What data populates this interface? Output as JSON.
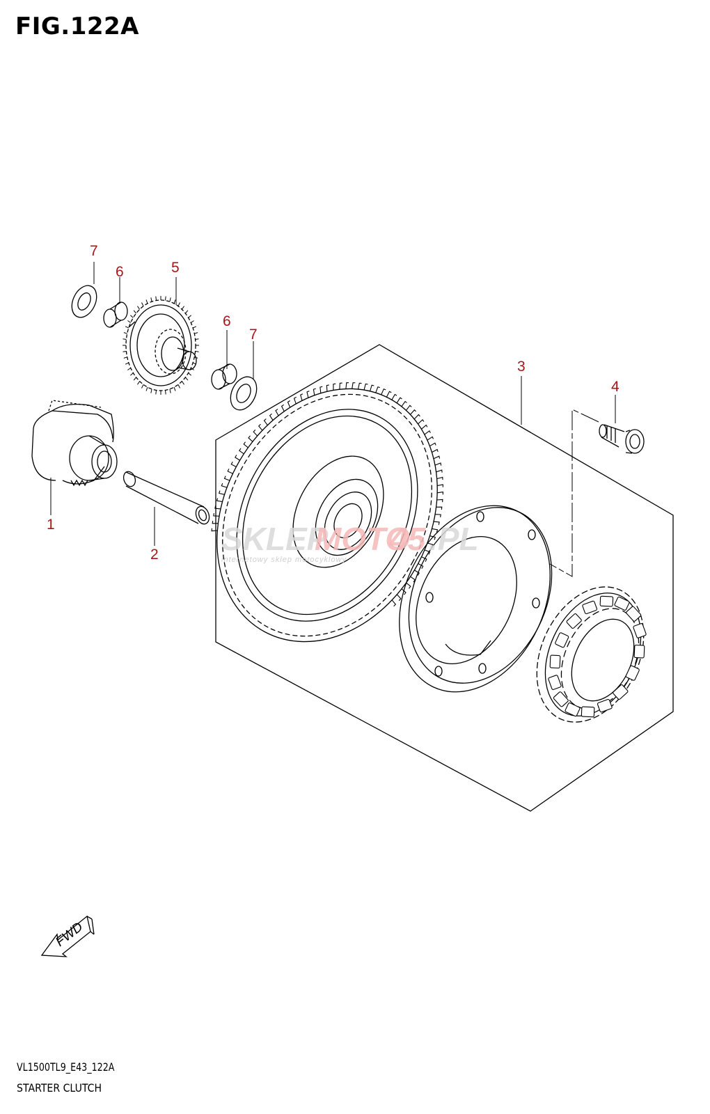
{
  "figure": {
    "title": "FIG.122A",
    "code": "VL1500TL9_E43_122A",
    "caption": "STARTER CLUTCH"
  },
  "callouts": [
    {
      "id": "1",
      "text": "1"
    },
    {
      "id": "2",
      "text": "2"
    },
    {
      "id": "3",
      "text": "3"
    },
    {
      "id": "4",
      "text": "4"
    },
    {
      "id": "5",
      "text": "5"
    },
    {
      "id": "6a",
      "text": "6"
    },
    {
      "id": "6b",
      "text": "6"
    },
    {
      "id": "7a",
      "text": "7"
    },
    {
      "id": "7b",
      "text": "7"
    }
  ],
  "watermark": {
    "brand_a": "SKLEP",
    "brand_b": "MOTO",
    "brand_c": "45",
    "brand_d": ".PL",
    "tagline": "internetowy sklep motocyklowy"
  },
  "direction_marker": {
    "text": "FWD",
    "icon": "forward-arrow-icon"
  },
  "colors": {
    "callout": "#a8141a",
    "line": "#000000",
    "watermark": "#d9d9d9"
  }
}
